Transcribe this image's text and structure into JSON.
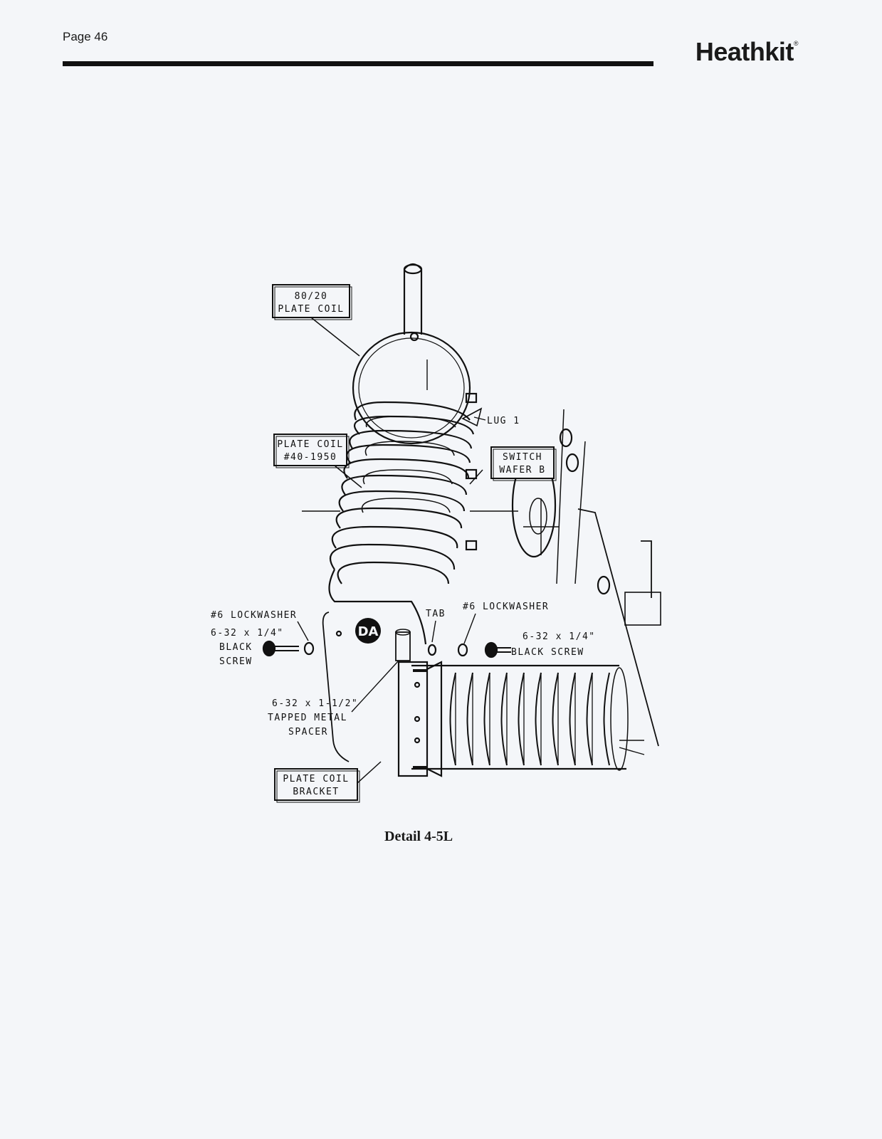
{
  "header": {
    "page_number": "Page 46",
    "brand": "Heathkit",
    "brand_mark": "®"
  },
  "figure": {
    "caption": "Detail 4-5L",
    "callouts": {
      "plate_coil_8020": [
        "80/20",
        "PLATE COIL"
      ],
      "plate_coil_40_1950": [
        "PLATE COIL",
        "#40-1950"
      ],
      "switch_wafer_b": [
        "SWITCH",
        "WAFER B"
      ],
      "plate_coil_bracket": [
        "PLATE COIL",
        "BRACKET"
      ]
    },
    "labels": {
      "lug_1": "LUG 1",
      "tab": "TAB",
      "lockwasher_left": "#6 LOCKWASHER",
      "lockwasher_right": "#6 LOCKWASHER",
      "screw_left": [
        "6-32 x 1/4\"",
        "BLACK",
        "SCREW"
      ],
      "screw_right": [
        "6-32 x 1/4\"",
        "BLACK SCREW"
      ],
      "spacer": [
        "6-32 x 1-1/2\"",
        "TAPPED METAL",
        "SPACER"
      ],
      "marker": "DA"
    }
  }
}
